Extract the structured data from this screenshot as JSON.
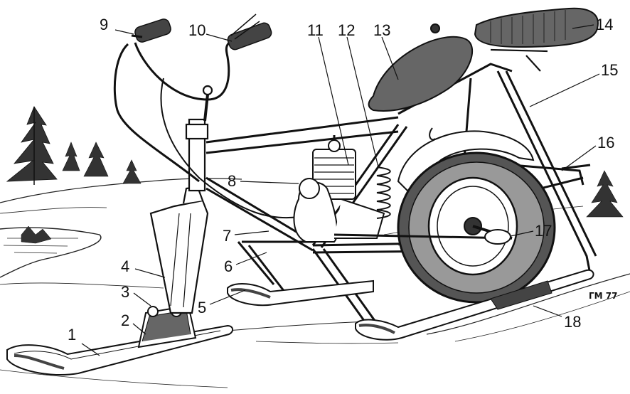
{
  "labels": [
    "1",
    "2",
    "3",
    "4",
    "5",
    "6",
    "7",
    "8",
    "9",
    "10",
    "11",
    "12",
    "13",
    "14",
    "15",
    "16",
    "17",
    "18"
  ],
  "signature": "ΓМ 77",
  "colors": {
    "ink": "#111111",
    "background": "#ffffff",
    "shade": "#555555"
  }
}
